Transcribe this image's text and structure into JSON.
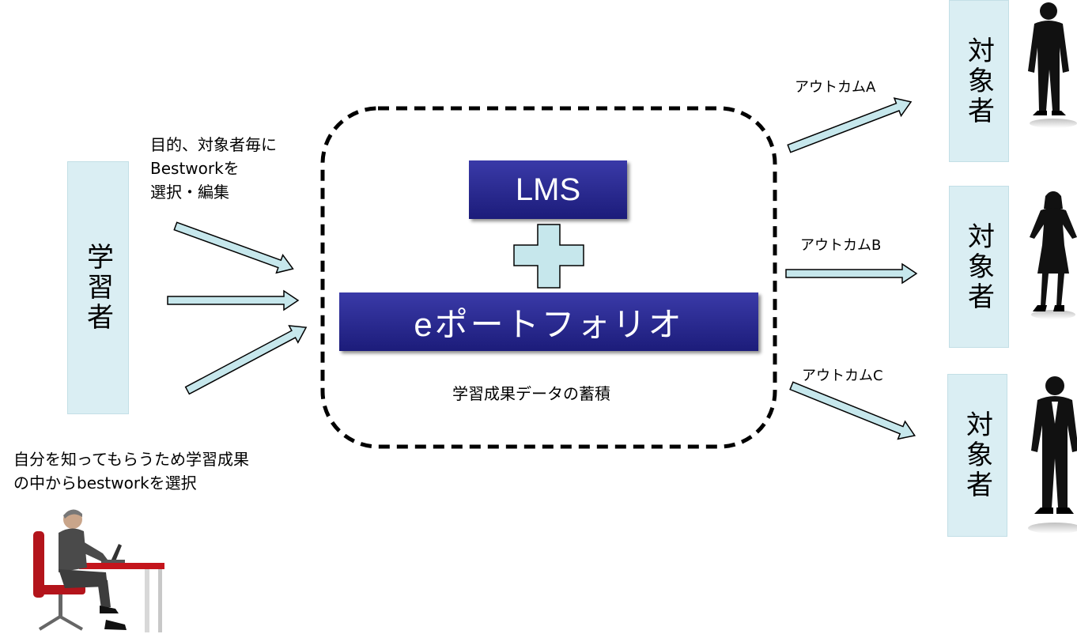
{
  "learner": {
    "label": "学習者"
  },
  "learner_note": {
    "lines": [
      "目的、対象者毎に",
      "Bestworkを",
      "選択・編集"
    ]
  },
  "bottom_note": {
    "lines": [
      "自分を知ってもらうため学習成果",
      "の中からbestworkを選択"
    ]
  },
  "center": {
    "lms_label": "LMS",
    "eportfolio_label": "eポートフォリオ",
    "caption": "学習成果データの蓄積"
  },
  "outcomes": [
    {
      "label": "アウトカムA",
      "target": "対象者"
    },
    {
      "label": "アウトカムB",
      "target": "対象者"
    },
    {
      "label": "アウトカムC",
      "target": "対象者"
    }
  ],
  "colors": {
    "panel": "#daeef3",
    "arrow_fill": "#c6e7ec",
    "box_blue": "#2b2b94"
  },
  "icons": [
    "businessman-at-desk-icon",
    "man-silhouette-icon",
    "woman-silhouette-icon",
    "man-silhouette-icon"
  ]
}
